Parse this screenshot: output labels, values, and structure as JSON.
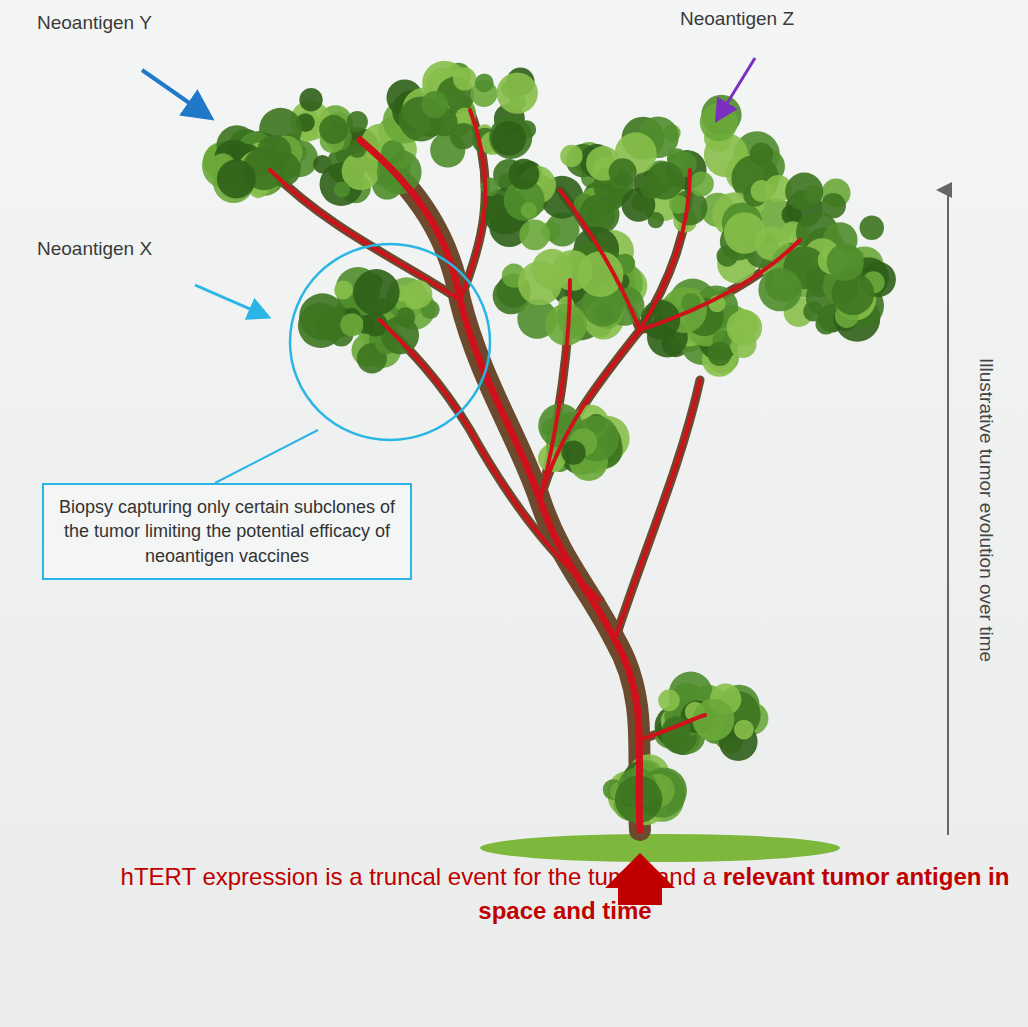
{
  "diagram": {
    "nodes": [
      {
        "text": [
          "Biopsy capturing only certain subclones of the tumor limiting the potential efficacy of neoantigen vaccines"
        ]
      }
    ],
    "labels": [
      "Neoantigen Y",
      "Neoantigen Z",
      "Neoantigen X",
      "Illustrative tumor evolution over time",
      "hTERT expression is a truncal event for the tumor and a",
      "relevant tumor antigen in space and time"
    ]
  }
}
